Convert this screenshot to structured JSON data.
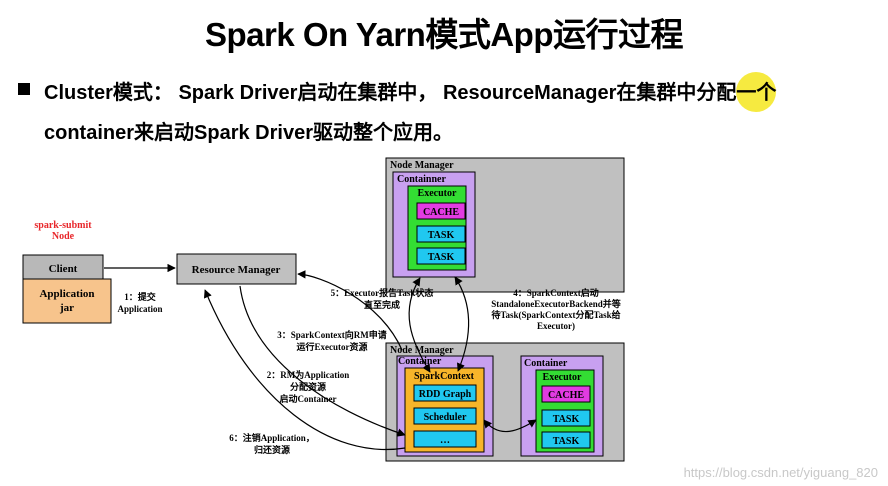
{
  "title": "Spark On Yarn模式App运行过程",
  "bullet": {
    "line1": "Cluster模式： Spark Driver启动在集群中， ResourceManager在集群中分配一个",
    "line2": "container来启动Spark  Driver驱动整个应用。"
  },
  "diagram": {
    "submit_node": "spark-submit\nNode",
    "client": "Client",
    "application_jar": "Application\njar",
    "resource_manager": "Resource Manager",
    "node_manager_top": "Node Manager",
    "container_top": "Containner",
    "executor_top": "Executor",
    "cache_top": "CACHE",
    "task_top_1": "TASK",
    "task_top_2": "TASK",
    "node_manager_bottom": "Node Manager",
    "container_bottom_left": "Container",
    "spark_context": "SparkContext",
    "rdd_graph": "RDD Graph",
    "scheduler": "Scheduler",
    "ellipsis": "…",
    "container_bottom_right": "Container",
    "executor_bottom": "Executor",
    "cache_bottom": "CACHE",
    "task_bottom_1": "TASK",
    "task_bottom_2": "TASK",
    "step1": "1：提交\nApplication",
    "step2": "2：RM为Application\n分配资源\n启动Container",
    "step3": "3：SparkContext向RM申请\n运行Executor资源",
    "step4": "4：SparkContext启动\nStandaloneExecutorBackend并等\n待Task(SparkContext分配Task给\nExecutor)",
    "step5": "5：Executor报告Task状态\n直至完成",
    "step6": "6：注销Application，\n归还资源"
  },
  "watermark": "https://blog.csdn.net/yiguang_820",
  "colors": {
    "node_manager_bg": "#c0c0c0",
    "container_bg": "#c8a0f0",
    "executor_bg": "#33dd33",
    "cache_bg": "#e23be2",
    "task_bg": "#20c8f0",
    "client_bg": "#b8b8b8",
    "jar_bg": "#f7c48c",
    "sparkcontext_bg": "#f7b52a",
    "submit_red": "#e8262a"
  }
}
